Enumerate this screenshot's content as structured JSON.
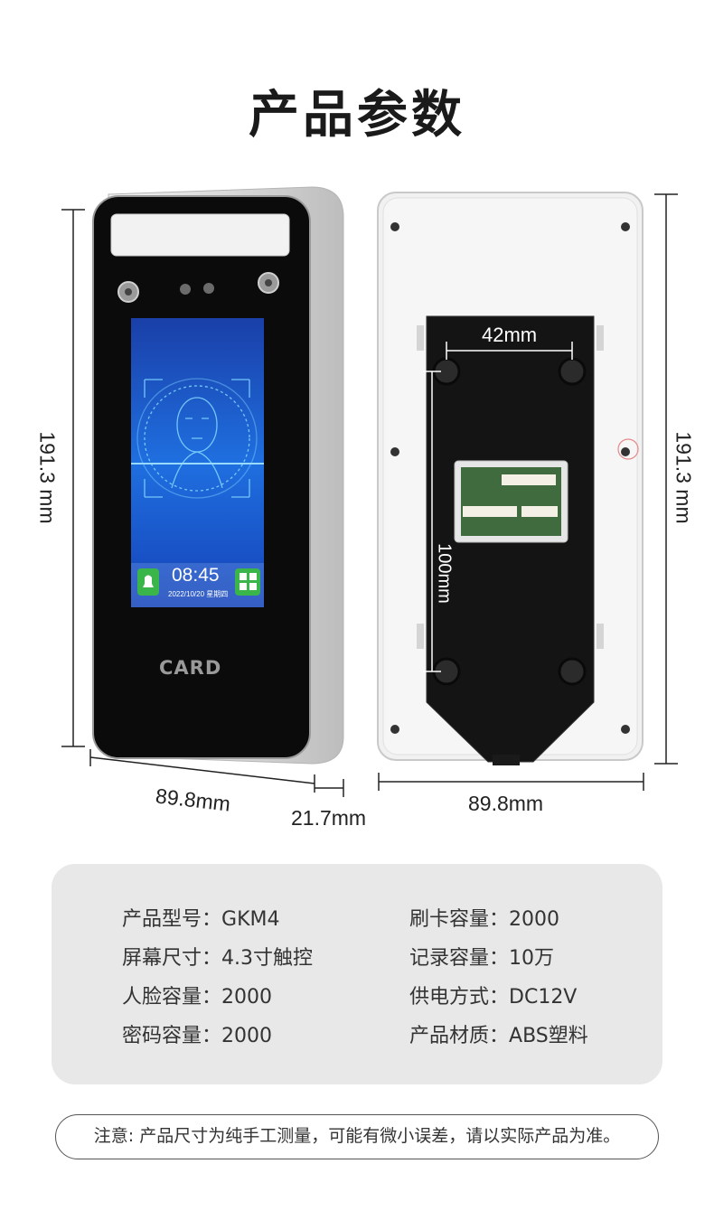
{
  "title": "产品参数",
  "device_front": {
    "label_card": "CARD",
    "clock_time": "08:45",
    "clock_date": "2022/10/20 星期四"
  },
  "dimensions": {
    "front_height": "191.3 mm",
    "front_width": "89.8mm",
    "depth": "21.7mm",
    "back_height": "191.3 mm",
    "back_width": "89.8mm",
    "hole_spacing_h": "42mm",
    "hole_spacing_v": "100mm"
  },
  "specs": {
    "left": [
      {
        "label": "产品型号：",
        "value": "GKM4"
      },
      {
        "label": "屏幕尺寸：",
        "value": "4.3寸触控"
      },
      {
        "label": "人脸容量：",
        "value": "2000"
      },
      {
        "label": "密码容量：",
        "value": "2000"
      }
    ],
    "right": [
      {
        "label": "刷卡容量：",
        "value": "2000"
      },
      {
        "label": "记录容量：",
        "value": "10万"
      },
      {
        "label": "供电方式：",
        "value": "DC12V"
      },
      {
        "label": "产品材质：",
        "value": "ABS塑料"
      }
    ]
  },
  "note": "注意: 产品尺寸为纯手工测量，可能有微小误差，请以实际产品为准。"
}
